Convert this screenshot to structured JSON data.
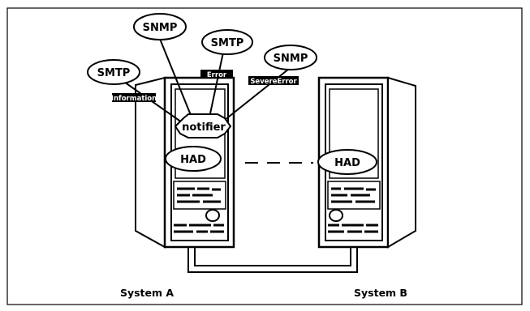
{
  "diagram": {
    "nodes": {
      "snmp_top": "SNMP",
      "smtp_top": "SMTP",
      "snmp_right": "SNMP",
      "smtp_left": "SMTP",
      "notifier": "notifier",
      "had_a": "HAD",
      "had_b": "HAD"
    },
    "severity_tags": {
      "information": "Information",
      "error": "Error",
      "severe_error": "SevereError"
    },
    "systems": {
      "a": "System A",
      "b": "System B"
    }
  }
}
